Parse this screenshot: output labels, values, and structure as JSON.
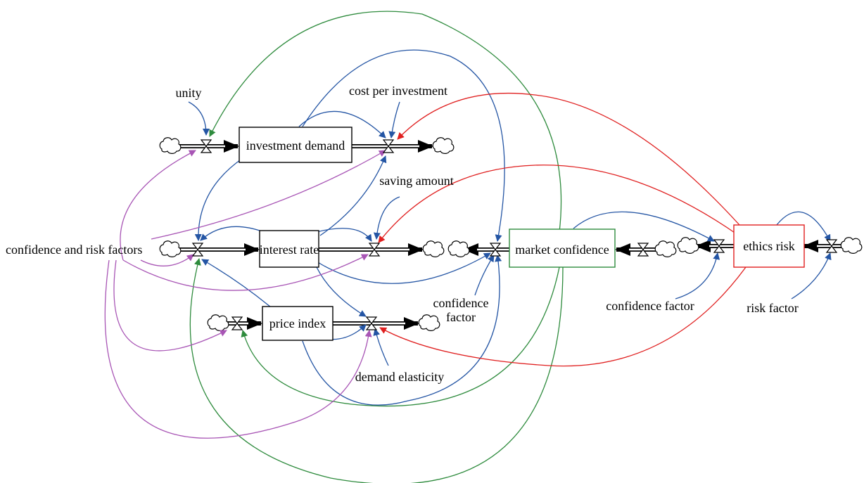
{
  "colors": {
    "blue": "#2455a4",
    "green": "#2e8b3d",
    "red": "#e02020",
    "purple": "#a855b5",
    "black": "#000000"
  },
  "stocks": {
    "investment_demand": {
      "label": "investment demand",
      "color": "#000000"
    },
    "interest_rate": {
      "label": "interest rate",
      "color": "#000000"
    },
    "price_index": {
      "label": "price index",
      "color": "#000000"
    },
    "market_confidence": {
      "label": "market confidence",
      "color": "#2e8b3d"
    },
    "ethics_risk": {
      "label": "ethics risk",
      "color": "#e02020"
    }
  },
  "variables": {
    "unity": "unity",
    "cost_per_investment": "cost per investment",
    "saving_amount": "saving amount",
    "confidence_and_risk_factors": "confidence and risk factors",
    "confidence_factor_1": "confidence",
    "confidence_factor_2": "factor",
    "demand_elasticity": "demand elasticity",
    "confidence_factor_right": "confidence factor",
    "risk_factor": "risk factor"
  }
}
